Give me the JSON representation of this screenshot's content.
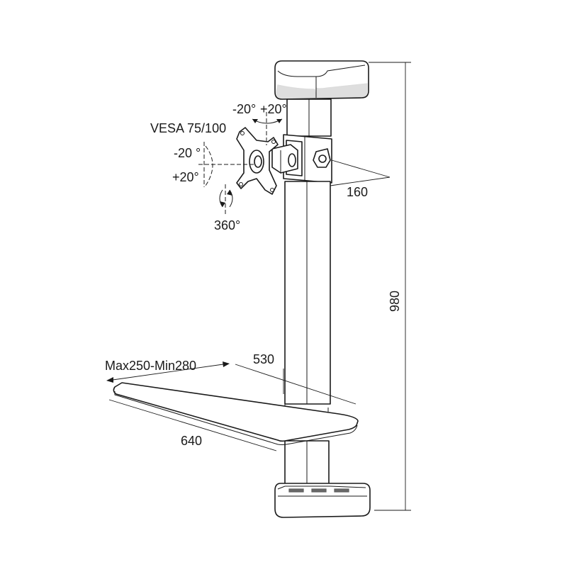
{
  "labels": {
    "top_minus": "-20°",
    "top_plus": "+20°",
    "vesa": "VESA 75/100",
    "left_minus": "-20 °",
    "left_plus": "+20°",
    "rotation": "360°",
    "depth_arm": "160",
    "height": "980",
    "tray_depth": "530",
    "tray_range": "Max250-Min280",
    "tray_width": "640"
  },
  "colors": {
    "line": "#1a1a1a",
    "background": "#ffffff"
  }
}
